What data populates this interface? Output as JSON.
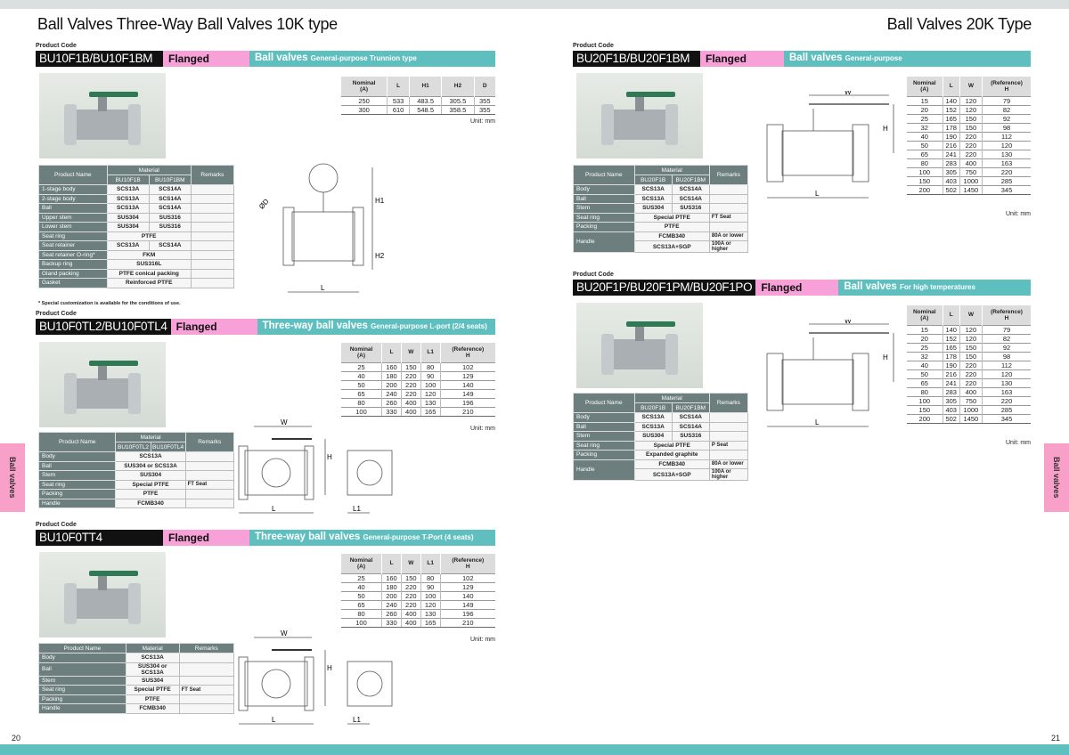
{
  "left_page": {
    "title": "Ball Valves Three-Way Ball Valves 10K type",
    "page_number": "20",
    "side_tab": "Ball valves"
  },
  "right_page": {
    "title": "Ball Valves 20K Type",
    "page_number": "21",
    "side_tab": "Ball valves"
  },
  "product_code_label": "Product Code",
  "sections": [
    {
      "code": "BU10F1B/BU10F1BM",
      "end": "Flanged",
      "type_main": "Ball valves",
      "type_sub": "General-purpose Trunnion type",
      "dim": {
        "headers": [
          "Nominal\n(A)",
          "L",
          "H1",
          "H2",
          "D"
        ],
        "rows": [
          [
            "250",
            "533",
            "483.5",
            "305.5",
            "355"
          ],
          [
            "300",
            "610",
            "548.5",
            "358.5",
            "355"
          ]
        ],
        "unit": "Unit: mm"
      },
      "mat": {
        "h_name": "Product Name",
        "h_material": "Material",
        "h_remarks": "Remarks",
        "sub": [
          "BU10F1B",
          "BU10F1BM"
        ],
        "rows": [
          [
            "1-stage body",
            "SCS13A",
            "SCS14A",
            ""
          ],
          [
            "2-stage body",
            "SCS13A",
            "SCS14A",
            ""
          ],
          [
            "Ball",
            "SCS13A",
            "SCS14A",
            ""
          ],
          [
            "Upper stem",
            "SUS304",
            "SUS316",
            ""
          ],
          [
            "Lower stem",
            "SUS304",
            "SUS316",
            ""
          ],
          [
            "Seat ring",
            "PTFE",
            ""
          ],
          [
            "Seat retainer",
            "SCS13A",
            "SCS14A",
            ""
          ],
          [
            "Seat retainer O-ring*",
            "FKM",
            ""
          ],
          [
            "Backup ring",
            "SUS316L",
            ""
          ],
          [
            "Gland packing",
            "PTFE conical packing",
            ""
          ],
          [
            "Gasket",
            "Reinforced PTFE",
            ""
          ]
        ]
      },
      "note": "* Special customization is available for the conditions of use.",
      "drawing_labels": [
        "ØD",
        "H1",
        "H2",
        "L"
      ]
    },
    {
      "code": "BU10F0TL2/BU10F0TL4",
      "end": "Flanged",
      "type_main": "Three-way ball valves",
      "type_sub": "General-purpose L-port (2/4 seats)",
      "dim": {
        "headers": [
          "Nominal\n(A)",
          "L",
          "W",
          "L1",
          "(Reference)\nH"
        ],
        "rows": [
          [
            "25",
            "160",
            "150",
            "80",
            "102"
          ],
          [
            "40",
            "180",
            "220",
            "90",
            "129"
          ],
          [
            "50",
            "200",
            "220",
            "100",
            "140"
          ],
          [
            "65",
            "240",
            "220",
            "120",
            "149"
          ],
          [
            "80",
            "260",
            "400",
            "130",
            "196"
          ],
          [
            "100",
            "330",
            "400",
            "165",
            "210"
          ]
        ],
        "unit": "Unit: mm"
      },
      "mat": {
        "h_name": "Product Name",
        "h_material": "Material",
        "h_remarks": "Remarks",
        "sub": [
          "BU10F0TL2",
          "BU10F0TL4"
        ],
        "rows": [
          [
            "Body",
            "SCS13A",
            ""
          ],
          [
            "Ball",
            "SUS304 or SCS13A",
            ""
          ],
          [
            "Stem",
            "SUS304",
            ""
          ],
          [
            "Seat ring",
            "Special PTFE",
            "FT Seat"
          ],
          [
            "Packing",
            "PTFE",
            ""
          ],
          [
            "Handle",
            "FCMB340",
            ""
          ]
        ]
      },
      "drawing_labels": [
        "W",
        "H",
        "L",
        "L1"
      ]
    },
    {
      "code": "BU10F0TT4",
      "end": "Flanged",
      "type_main": "Three-way ball valves",
      "type_sub": "General-purpose T-Port (4 seats)",
      "dim": {
        "headers": [
          "Nominal\n(A)",
          "L",
          "W",
          "L1",
          "(Reference)\nH"
        ],
        "rows": [
          [
            "25",
            "160",
            "150",
            "80",
            "102"
          ],
          [
            "40",
            "180",
            "220",
            "90",
            "129"
          ],
          [
            "50",
            "200",
            "220",
            "100",
            "140"
          ],
          [
            "65",
            "240",
            "220",
            "120",
            "149"
          ],
          [
            "80",
            "260",
            "400",
            "130",
            "196"
          ],
          [
            "100",
            "330",
            "400",
            "165",
            "210"
          ]
        ],
        "unit": "Unit: mm"
      },
      "mat": {
        "h_name": "Product Name",
        "h_material": "Material",
        "h_remarks": "Remarks",
        "rows": [
          [
            "Body",
            "SCS13A",
            ""
          ],
          [
            "Ball",
            "SUS304 or SCS13A",
            ""
          ],
          [
            "Stem",
            "SUS304",
            ""
          ],
          [
            "Seat ring",
            "Special PTFE",
            "FT Seat"
          ],
          [
            "Packing",
            "PTFE",
            ""
          ],
          [
            "Handle",
            "FCMB340",
            ""
          ]
        ]
      },
      "drawing_labels": [
        "W",
        "H",
        "L",
        "L1"
      ]
    },
    {
      "code": "BU20F1B/BU20F1BM",
      "end": "Flanged",
      "type_main": "Ball valves",
      "type_sub": "General-purpose",
      "dim": {
        "headers": [
          "Nominal\n(A)",
          "L",
          "W",
          "(Reference)\nH"
        ],
        "rows": [
          [
            "15",
            "140",
            "120",
            "79"
          ],
          [
            "20",
            "152",
            "120",
            "82"
          ],
          [
            "25",
            "165",
            "150",
            "92"
          ],
          [
            "32",
            "178",
            "150",
            "98"
          ],
          [
            "40",
            "190",
            "220",
            "112"
          ],
          [
            "50",
            "216",
            "220",
            "120"
          ],
          [
            "65",
            "241",
            "220",
            "130"
          ],
          [
            "80",
            "283",
            "400",
            "163"
          ],
          [
            "100",
            "305",
            "750",
            "220"
          ],
          [
            "150",
            "403",
            "1000",
            "285"
          ],
          [
            "200",
            "502",
            "1450",
            "345"
          ]
        ],
        "unit": "Unit: mm"
      },
      "mat": {
        "h_name": "Product Name",
        "h_material": "Material",
        "h_remarks": "Remarks",
        "sub": [
          "BU20F1B",
          "BU20F1BM"
        ],
        "rows": [
          [
            "Body",
            "SCS13A",
            "SCS14A",
            ""
          ],
          [
            "Ball",
            "SCS13A",
            "SCS14A",
            ""
          ],
          [
            "Stem",
            "SUS304",
            "SUS316",
            ""
          ],
          [
            "Seat ring",
            "Special PTFE",
            "FT Seat"
          ],
          [
            "Packing",
            "PTFE",
            ""
          ],
          [
            "Handle",
            "FCMB340",
            "80A or lower"
          ],
          [
            "",
            "SCS13A+SGP",
            "100A or higher"
          ]
        ]
      },
      "drawing_labels": [
        "W",
        "H",
        "L"
      ]
    },
    {
      "code": "BU20F1P/BU20F1PM/BU20F1PO",
      "end": "Flanged",
      "type_main": "Ball valves",
      "type_sub": "For high temperatures",
      "dim": {
        "headers": [
          "Nominal\n(A)",
          "L",
          "W",
          "(Reference)\nH"
        ],
        "rows": [
          [
            "15",
            "140",
            "120",
            "79"
          ],
          [
            "20",
            "152",
            "120",
            "82"
          ],
          [
            "25",
            "165",
            "150",
            "92"
          ],
          [
            "32",
            "178",
            "150",
            "98"
          ],
          [
            "40",
            "190",
            "220",
            "112"
          ],
          [
            "50",
            "216",
            "220",
            "120"
          ],
          [
            "65",
            "241",
            "220",
            "130"
          ],
          [
            "80",
            "283",
            "400",
            "163"
          ],
          [
            "100",
            "305",
            "750",
            "220"
          ],
          [
            "150",
            "403",
            "1000",
            "285"
          ],
          [
            "200",
            "502",
            "1450",
            "345"
          ]
        ],
        "unit": "Unit: mm"
      },
      "mat": {
        "h_name": "Product Name",
        "h_material": "Material",
        "h_remarks": "Remarks",
        "sub": [
          "BU20F1B",
          "BU20F1BM"
        ],
        "rows": [
          [
            "Body",
            "SCS13A",
            "SCS14A",
            ""
          ],
          [
            "Ball",
            "SCS13A",
            "SCS14A",
            ""
          ],
          [
            "Stem",
            "SUS304",
            "SUS316",
            ""
          ],
          [
            "Seat ring",
            "Special PTFE",
            "P Seat"
          ],
          [
            "Packing",
            "Expanded graphite",
            ""
          ],
          [
            "Handle",
            "FCMB340",
            "80A or lower"
          ],
          [
            "",
            "SCS13A+SGP",
            "100A or higher"
          ]
        ]
      },
      "drawing_labels": [
        "W",
        "H",
        "L"
      ]
    }
  ]
}
